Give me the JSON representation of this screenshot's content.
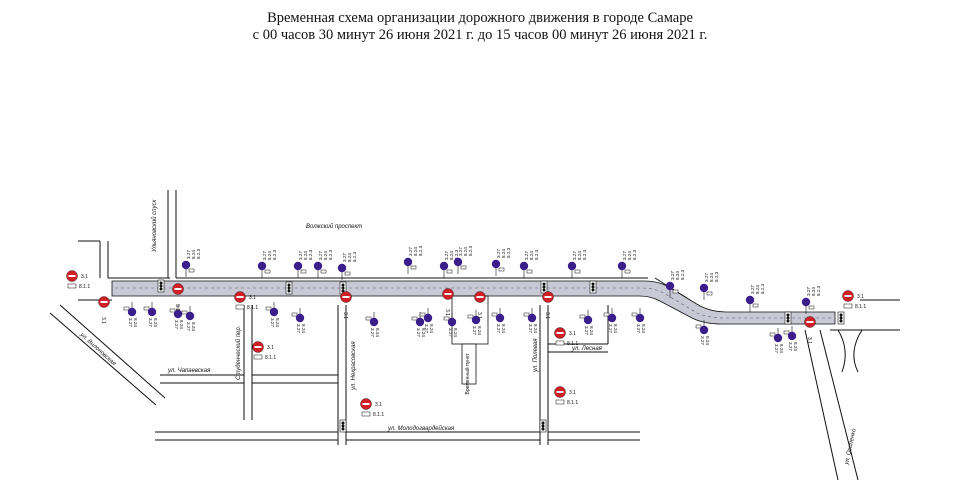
{
  "title": {
    "line1": "Временная схема организации дорожного движения в городе Самаре",
    "line2": "с 00 часов 30 минут 26 июня 2021 г. до 15 часов 00 минут 26 июня 2021 г."
  },
  "streets": {
    "volzhsky": "Волжский проспект",
    "ulyanovsky": "Ульяновский спуск",
    "vilonovskaya": "ул. Вилоновская",
    "chapaevskaya": "ул. Чапаевская",
    "studencheskiy": "Студенческий пер.",
    "nekrasovskaya": "ул. Некрасовская",
    "molodogvardeyskaya": "ул. Молодогвардейская",
    "polevaya": "ул. Полевая",
    "lesnaya": "ул. Лесная",
    "osipenko": "ул. Осипенко"
  },
  "labels": {
    "sign_3_27": "3.27",
    "sign_8_24": "8.24",
    "sign_8_2_3": "8.2.3",
    "sign_8_2_4": "8.2.4",
    "sign_3_1": "3.1",
    "sign_8_1_1": "8.1.1",
    "sign_6_1": "6.1",
    "structure": "Временный пункт"
  },
  "colors": {
    "road_fill": "#c9c9d6",
    "sign_purple": "#3a1f8c",
    "no_entry_red": "#d21f26",
    "line": "#111111"
  }
}
